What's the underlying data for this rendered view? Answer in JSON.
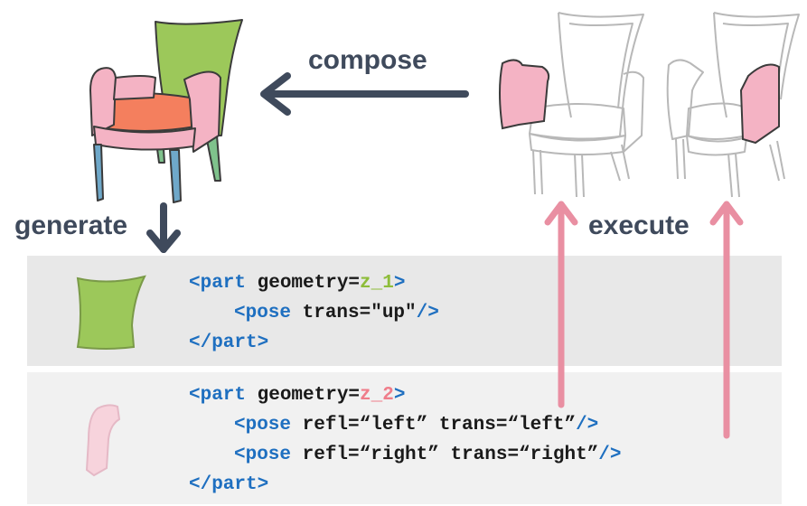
{
  "labels": {
    "compose": "compose",
    "generate": "generate",
    "execute": "execute"
  },
  "code1": {
    "l1_open": "<part",
    "l1_attr": " geometry=",
    "l1_geom": "z_1",
    "l1_close": ">",
    "l2_open": "<pose",
    "l2_attr": " trans=\"up\"",
    "l2_close": "/>",
    "l3": "</part>"
  },
  "code2": {
    "l1_open": "<part",
    "l1_attr": " geometry=",
    "l1_geom": "z_2",
    "l1_close": ">",
    "l2_open": "<pose",
    "l2_attr": " refl=“left” trans=“left”",
    "l2_close": "/>",
    "l3_open": "<pose",
    "l3_attr": " refl=“right” trans=“right”",
    "l3_close": "/>",
    "l4": "</part>"
  },
  "colors": {
    "arrow_dark": "#3f4a5c",
    "arrow_pink": "#e98fa2",
    "part_green": "#9cc85a",
    "part_pink": "#f4b3c4",
    "seat_orange": "#f47f5e",
    "leg_blue": "#6fa8c9",
    "leg_green": "#7fc28c"
  }
}
